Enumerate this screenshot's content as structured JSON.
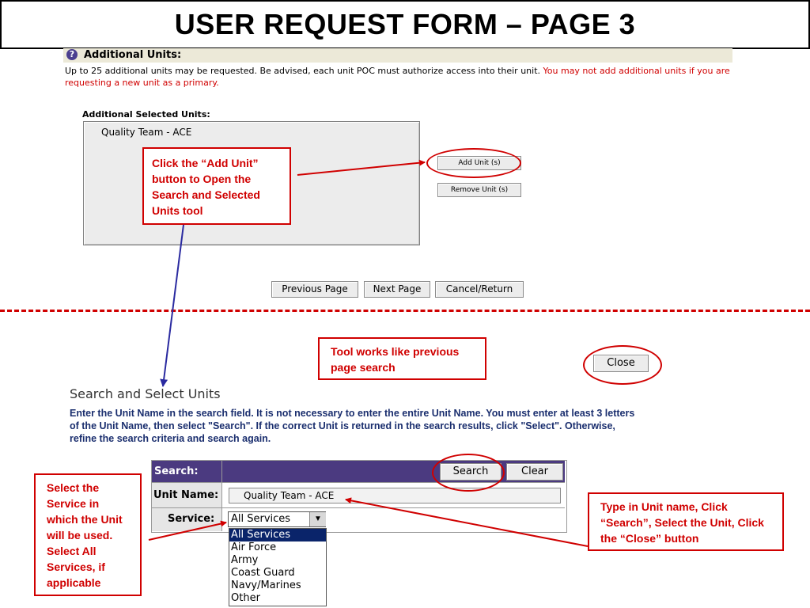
{
  "title": "USER REQUEST FORM – PAGE 3",
  "additional_units": {
    "help_icon": "?",
    "section_title": "Additional Units:",
    "info_text": "Up to 25 additional units may be requested. Be advised, each unit POC must authorize access into their unit.",
    "info_warning": "You may not add additional units if you are requesting a new unit as a primary.",
    "selected_label": "Additional Selected Units:",
    "selected_units": [
      "Quality Team - ACE"
    ],
    "add_unit_label": "Add Unit (s)",
    "remove_unit_label": "Remove Unit (s)",
    "prev_page_label": "Previous Page",
    "next_page_label": "Next Page",
    "cancel_label": "Cancel/Return"
  },
  "callouts": {
    "add_unit": "Click the “Add Unit” button to Open the Search and Selected Units tool",
    "tool_works": "Tool works like previous page search",
    "select_service": "Select the Service in which the Unit will be used.  Select All Services, if applicable",
    "type_unit": "Type in Unit name, Click “Search”, Select the Unit, Click the “Close” button"
  },
  "search_tool": {
    "close_label": "Close",
    "title": "Search and Select Units",
    "instructions": "Enter the Unit Name in the search field. It is not necessary to enter the entire Unit Name. You must enter at least 3 letters of the Unit Name, then select \"Search\". If the correct Unit is returned in the search results, click \"Select\". Otherwise, refine the search criteria and search again.",
    "search_label": "Search:",
    "search_button": "Search",
    "clear_button": "Clear",
    "unit_name_label": "Unit Name:",
    "unit_name_value": "Quality Team - ACE",
    "service_label": "Service:",
    "service_selected": "All Services",
    "service_options": [
      "All Services",
      "Air Force",
      "Army",
      "Coast Guard",
      "Navy/Marines",
      "Other"
    ]
  },
  "colors": {
    "accent_red": "#d00000",
    "header_purple": "#4b3a80",
    "instruction_blue": "#1a2e6e",
    "selected_option": "#0a246a"
  }
}
